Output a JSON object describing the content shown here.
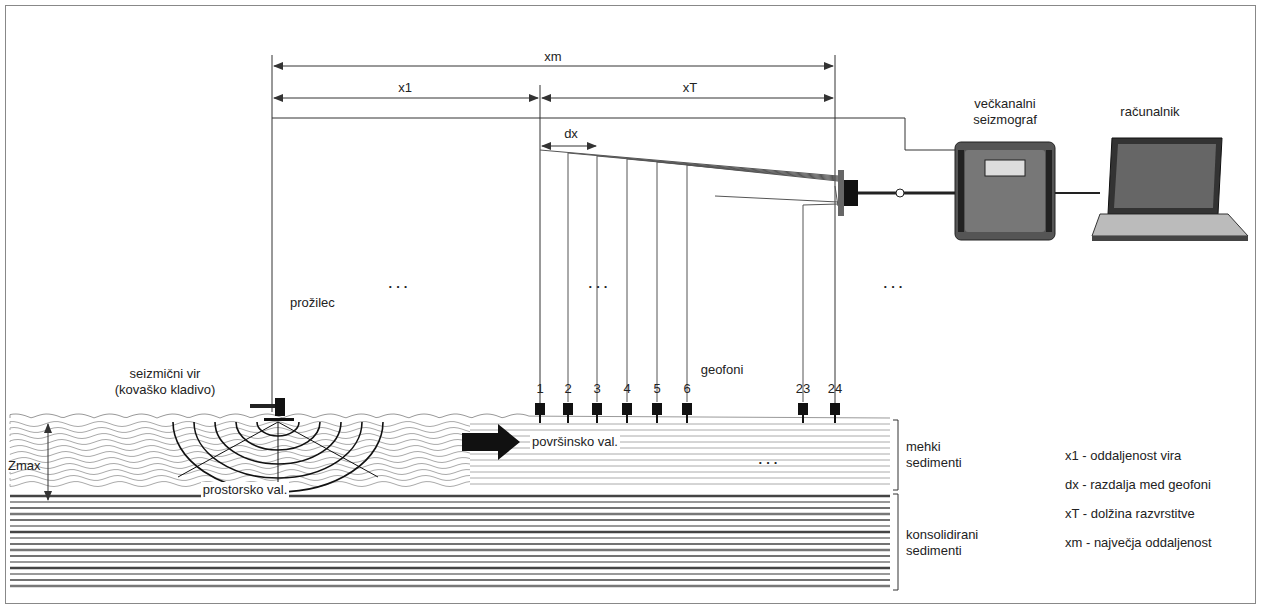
{
  "diagram": {
    "labels": [
      "xm",
      "x1",
      "xT",
      "dx",
      "prožilec",
      "večkanalni seizmograf",
      "računalnik",
      "seizmični vir (kovaško kladivo)",
      "...",
      "...",
      "...",
      "...",
      "geofoni",
      "1",
      "2",
      "3",
      "4",
      "5",
      "6",
      "23",
      "24",
      "površinsko val.",
      "prostorsko val.",
      "Zmax",
      "mehki sedimenti",
      "konsolidirani sedimenti",
      "x1 - oddaljenost vira",
      "dx - razdalja med geofoni",
      "xT - dolžina razvrstitve",
      "xm - največja oddaljenost"
    ]
  }
}
